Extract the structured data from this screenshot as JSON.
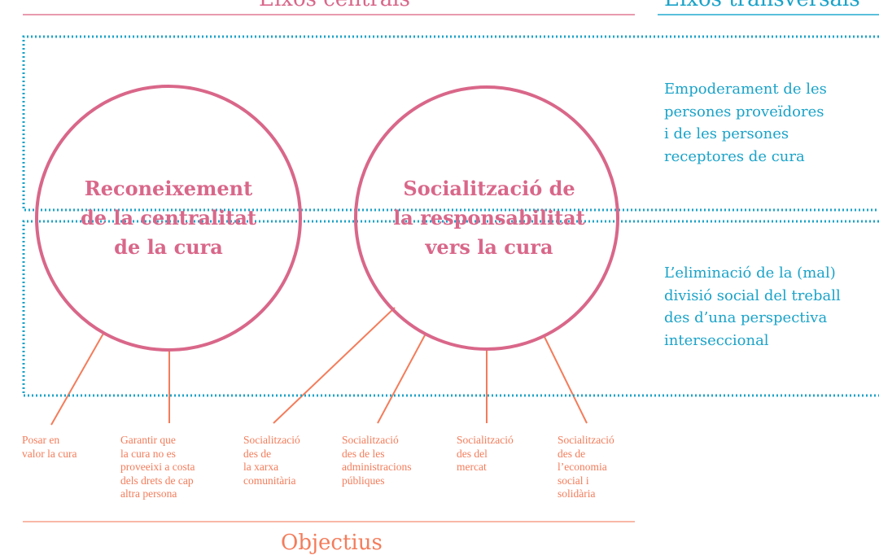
{
  "colors": {
    "central": "#d9678a",
    "transversal": "#1aa3c9",
    "objectives": "#f47c5a"
  },
  "headers": {
    "central": "Eixos centrals",
    "transversal": "Eixos transversals",
    "objectives": "Objectius"
  },
  "circles": [
    {
      "title": "Reconeixement\nde la centralitat\nde la cura"
    },
    {
      "title": "Socialització de\nla responsabilitat\nvers la cura"
    }
  ],
  "transversal": [
    "Empoderament de les\npersones proveïdores\ni de les persones\nreceptores de cura",
    "L’eliminació de la (mal)\ndivisió social del treball\ndes d’una perspectiva\ninterseccional"
  ],
  "objectives": [
    "Posar en\nvalor la cura",
    "Garantir que\nla cura no es\nproveeixi a costa\ndels drets de cap\naltra persona",
    "Socialització\ndes de\nla xarxa\ncomunitària",
    "Socialització\ndes de les\nadministracions\npúbliques",
    "Socialització\ndes del\nmercat",
    "Socialització\ndes de\nl’economia\nsocial i\nsolidària"
  ]
}
